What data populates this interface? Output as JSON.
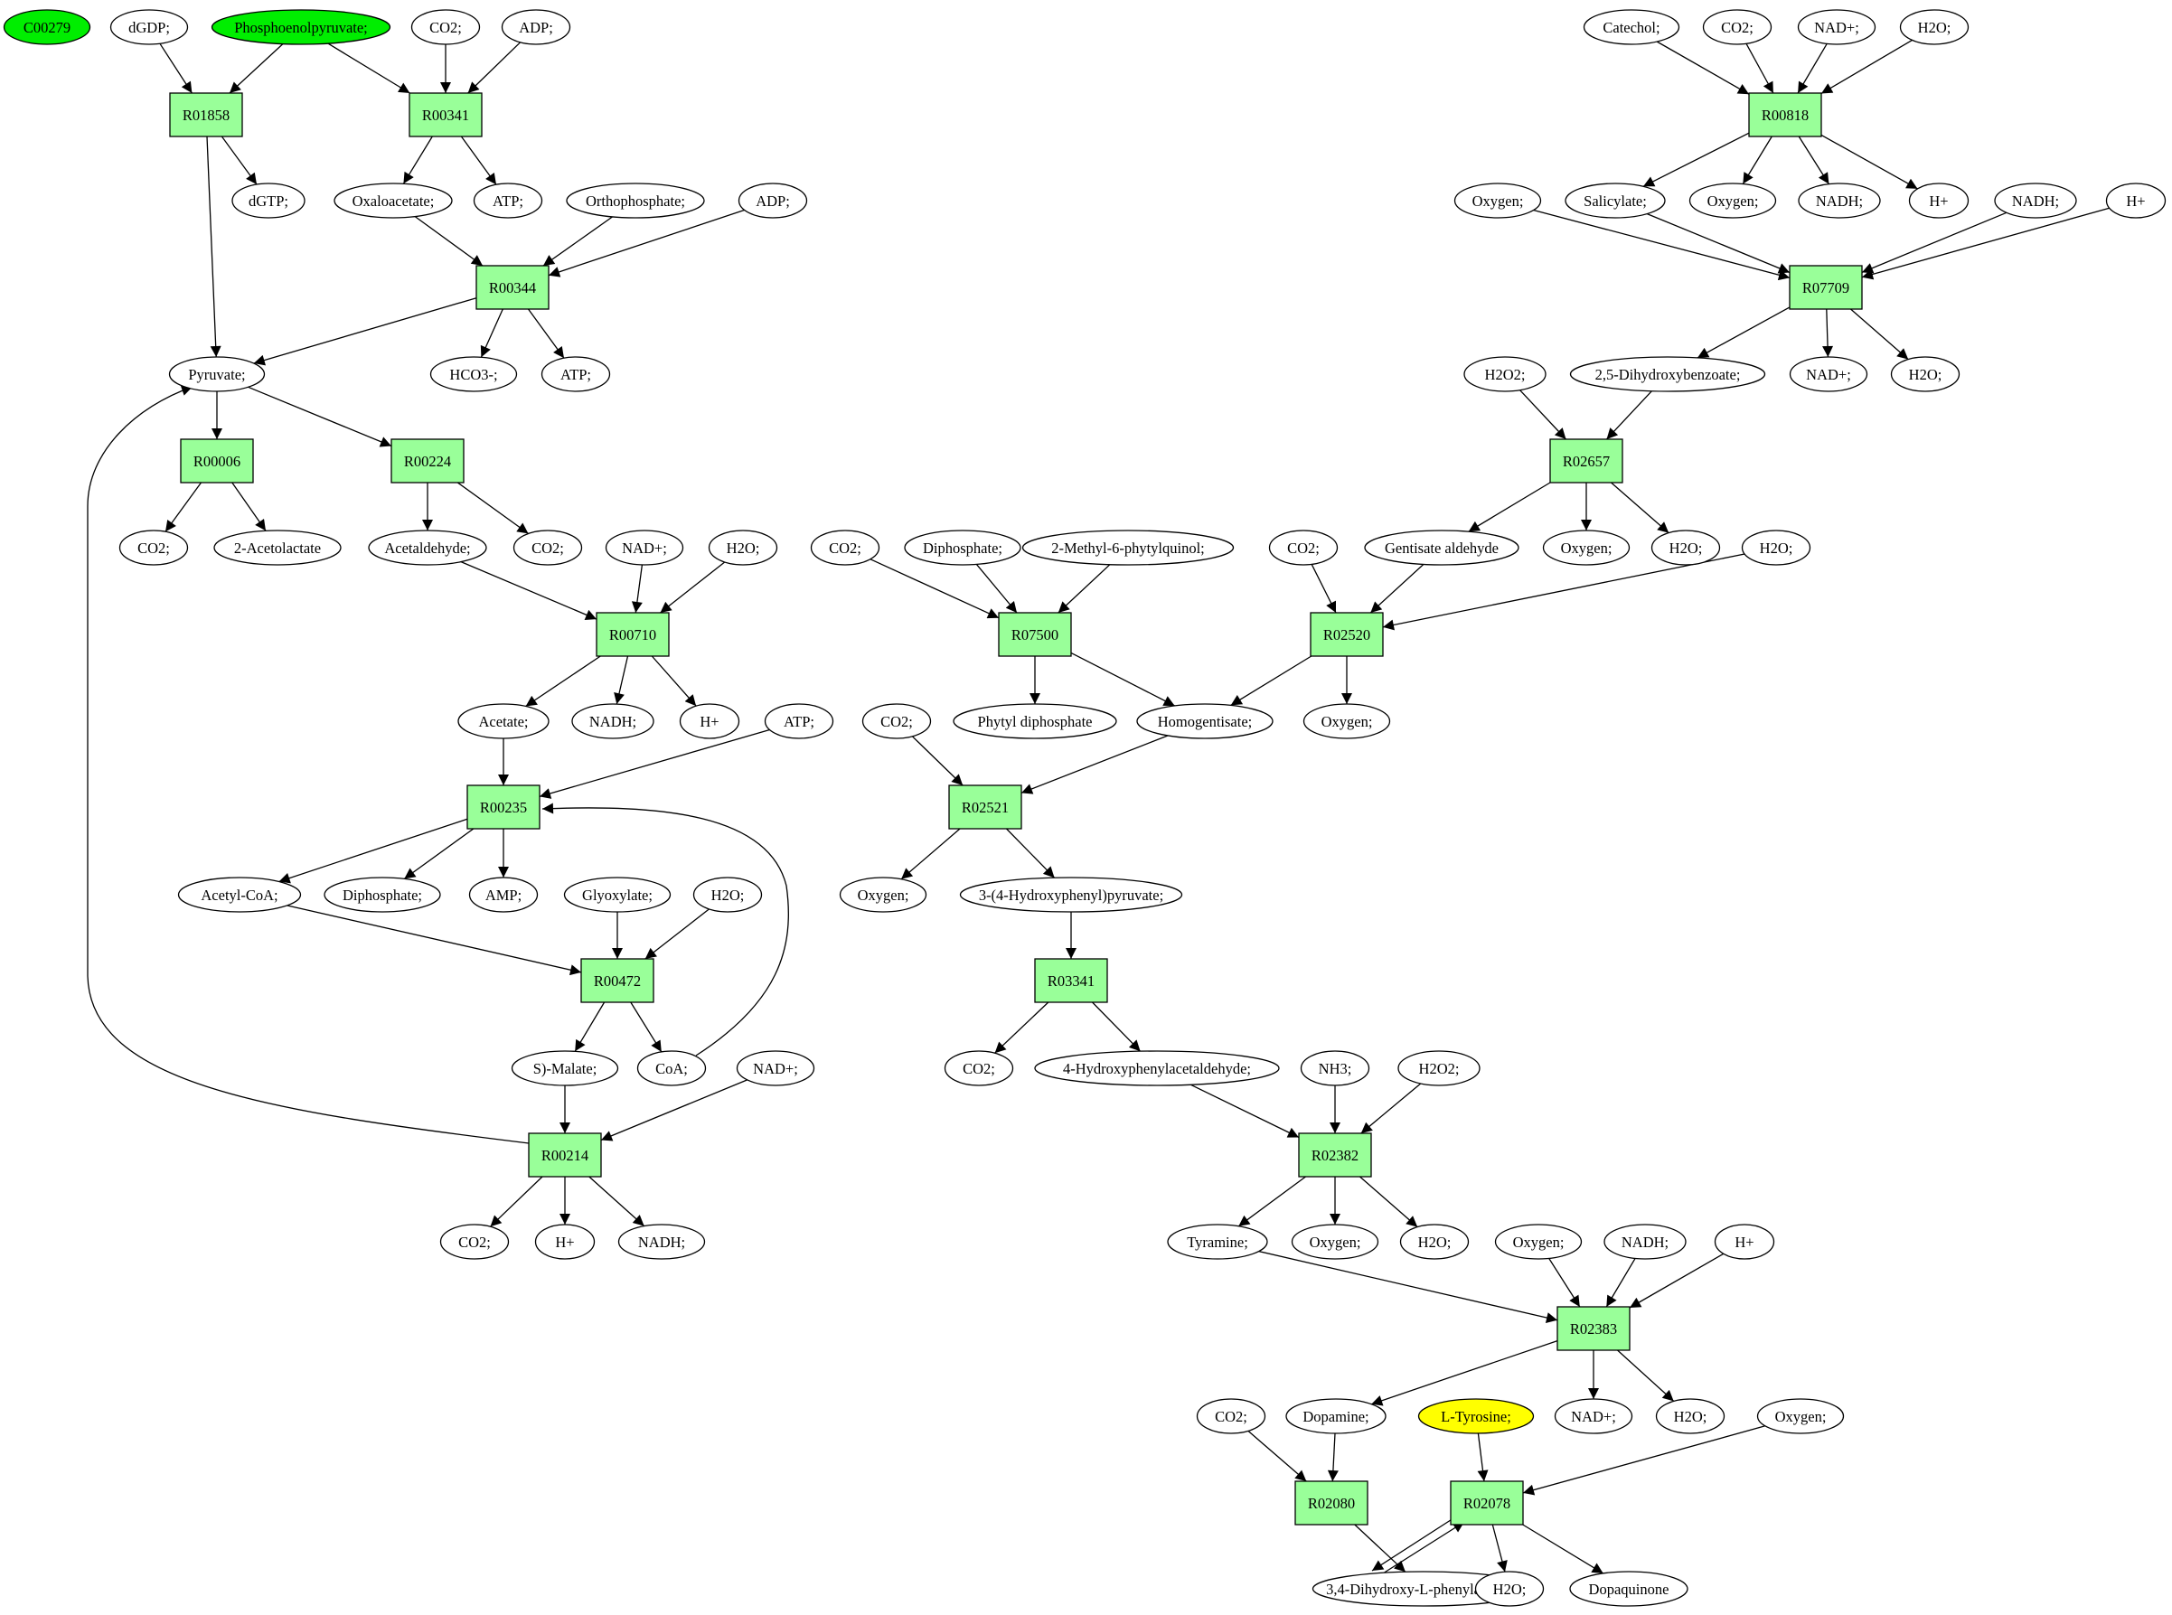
{
  "colors": {
    "reaction": "#99ff99",
    "compound": "#ffffff",
    "highlight_green": "#00ee00",
    "highlight_yellow": "#ffff00"
  },
  "nodes": [
    {
      "id": "c_c00279",
      "label": "C00279",
      "kind": "compound",
      "fill": "#00ee00"
    },
    {
      "id": "c_dgdp",
      "label": "dGDP;",
      "kind": "compound"
    },
    {
      "id": "c_pep",
      "label": "Phosphoenolpyruvate;",
      "kind": "compound",
      "fill": "#00ee00"
    },
    {
      "id": "c_co2_1",
      "label": "CO2;",
      "kind": "compound"
    },
    {
      "id": "c_adp_1",
      "label": "ADP;",
      "kind": "compound"
    },
    {
      "id": "r_R01858",
      "label": "R01858",
      "kind": "reaction"
    },
    {
      "id": "r_R00341",
      "label": "R00341",
      "kind": "reaction"
    },
    {
      "id": "c_dgtp",
      "label": "dGTP;",
      "kind": "compound"
    },
    {
      "id": "c_oxaloacetate",
      "label": "Oxaloacetate;",
      "kind": "compound"
    },
    {
      "id": "c_atp_1",
      "label": "ATP;",
      "kind": "compound"
    },
    {
      "id": "c_orthophosphate",
      "label": "Orthophosphate;",
      "kind": "compound"
    },
    {
      "id": "c_adp_2",
      "label": "ADP;",
      "kind": "compound"
    },
    {
      "id": "r_R00344",
      "label": "R00344",
      "kind": "reaction"
    },
    {
      "id": "c_pyruvate",
      "label": "Pyruvate;",
      "kind": "compound"
    },
    {
      "id": "c_hco3",
      "label": "HCO3-;",
      "kind": "compound"
    },
    {
      "id": "c_atp_2",
      "label": "ATP;",
      "kind": "compound"
    },
    {
      "id": "r_R00006",
      "label": "R00006",
      "kind": "reaction"
    },
    {
      "id": "r_R00224",
      "label": "R00224",
      "kind": "reaction"
    },
    {
      "id": "c_co2_2",
      "label": "CO2;",
      "kind": "compound"
    },
    {
      "id": "c_acetolactate",
      "label": "2-Acetolactate",
      "kind": "compound"
    },
    {
      "id": "c_acetaldehyde",
      "label": "Acetaldehyde;",
      "kind": "compound"
    },
    {
      "id": "c_co2_3",
      "label": "CO2;",
      "kind": "compound"
    },
    {
      "id": "c_nadp_1",
      "label": "NAD+;",
      "kind": "compound"
    },
    {
      "id": "c_h2o_1",
      "label": "H2O;",
      "kind": "compound"
    },
    {
      "id": "r_R00710",
      "label": "R00710",
      "kind": "reaction"
    },
    {
      "id": "c_acetate",
      "label": "Acetate;",
      "kind": "compound"
    },
    {
      "id": "c_nadh_1",
      "label": "NADH;",
      "kind": "compound"
    },
    {
      "id": "c_hplus_1",
      "label": "H+",
      "kind": "compound"
    },
    {
      "id": "c_atp_3",
      "label": "ATP;",
      "kind": "compound"
    },
    {
      "id": "r_R00235",
      "label": "R00235",
      "kind": "reaction"
    },
    {
      "id": "c_acetylcoa",
      "label": "Acetyl-CoA;",
      "kind": "compound"
    },
    {
      "id": "c_diphosphate_1",
      "label": "Diphosphate;",
      "kind": "compound"
    },
    {
      "id": "c_amp",
      "label": "AMP;",
      "kind": "compound"
    },
    {
      "id": "c_glyoxylate",
      "label": "Glyoxylate;",
      "kind": "compound"
    },
    {
      "id": "c_h2o_2",
      "label": "H2O;",
      "kind": "compound"
    },
    {
      "id": "r_R00472",
      "label": "R00472",
      "kind": "reaction"
    },
    {
      "id": "c_smalate",
      "label": "S)-Malate;",
      "kind": "compound"
    },
    {
      "id": "c_coa",
      "label": "CoA;",
      "kind": "compound"
    },
    {
      "id": "c_nadp_2",
      "label": "NAD+;",
      "kind": "compound"
    },
    {
      "id": "r_R00214",
      "label": "R00214",
      "kind": "reaction"
    },
    {
      "id": "c_co2_4",
      "label": "CO2;",
      "kind": "compound"
    },
    {
      "id": "c_hplus_2",
      "label": "H+",
      "kind": "compound"
    },
    {
      "id": "c_nadh_2",
      "label": "NADH;",
      "kind": "compound"
    },
    {
      "id": "c_co2_5",
      "label": "CO2;",
      "kind": "compound"
    },
    {
      "id": "c_diphosphate_2",
      "label": "Diphosphate;",
      "kind": "compound"
    },
    {
      "id": "c_methylphytyl",
      "label": "2-Methyl-6-phytylquinol;",
      "kind": "compound"
    },
    {
      "id": "r_R07500",
      "label": "R07500",
      "kind": "reaction"
    },
    {
      "id": "c_phytyl",
      "label": "Phytyl diphosphate",
      "kind": "compound"
    },
    {
      "id": "c_homogentisate",
      "label": "Homogentisate;",
      "kind": "compound"
    },
    {
      "id": "c_co2_6",
      "label": "CO2;",
      "kind": "compound"
    },
    {
      "id": "r_R02521",
      "label": "R02521",
      "kind": "reaction"
    },
    {
      "id": "c_oxygen_1",
      "label": "Oxygen;",
      "kind": "compound"
    },
    {
      "id": "c_hppyruvate",
      "label": "3-(4-Hydroxyphenyl)pyruvate;",
      "kind": "compound"
    },
    {
      "id": "r_R03341",
      "label": "R03341",
      "kind": "reaction"
    },
    {
      "id": "c_co2_7",
      "label": "CO2;",
      "kind": "compound"
    },
    {
      "id": "c_hpacetaldehyde",
      "label": "4-Hydroxyphenylacetaldehyde;",
      "kind": "compound"
    },
    {
      "id": "c_nh3",
      "label": "NH3;",
      "kind": "compound"
    },
    {
      "id": "c_h2o2_1",
      "label": "H2O2;",
      "kind": "compound"
    },
    {
      "id": "r_R02382",
      "label": "R02382",
      "kind": "reaction"
    },
    {
      "id": "c_tyramine",
      "label": "Tyramine;",
      "kind": "compound"
    },
    {
      "id": "c_oxygen_2",
      "label": "Oxygen;",
      "kind": "compound"
    },
    {
      "id": "c_h2o_3",
      "label": "H2O;",
      "kind": "compound"
    },
    {
      "id": "c_oxygen_3",
      "label": "Oxygen;",
      "kind": "compound"
    },
    {
      "id": "c_nadh_3",
      "label": "NADH;",
      "kind": "compound"
    },
    {
      "id": "c_hplus_3",
      "label": "H+",
      "kind": "compound"
    },
    {
      "id": "r_R02383",
      "label": "R02383",
      "kind": "reaction"
    },
    {
      "id": "c_co2_8",
      "label": "CO2;",
      "kind": "compound"
    },
    {
      "id": "c_dopamine",
      "label": "Dopamine;",
      "kind": "compound"
    },
    {
      "id": "c_tyrosine",
      "label": "L-Tyrosine;",
      "kind": "compound",
      "fill": "#ffff00"
    },
    {
      "id": "c_nadp_3",
      "label": "NAD+;",
      "kind": "compound"
    },
    {
      "id": "c_h2o_4",
      "label": "H2O;",
      "kind": "compound"
    },
    {
      "id": "c_oxygen_4",
      "label": "Oxygen;",
      "kind": "compound"
    },
    {
      "id": "r_R02080",
      "label": "R02080",
      "kind": "reaction"
    },
    {
      "id": "r_R02078",
      "label": "R02078",
      "kind": "reaction"
    },
    {
      "id": "c_dopa",
      "label": "3,4-Dihydroxy-L-phenylalanine;",
      "kind": "compound"
    },
    {
      "id": "c_h2o_5",
      "label": "H2O;",
      "kind": "compound"
    },
    {
      "id": "c_dopaquinone",
      "label": "Dopaquinone",
      "kind": "compound"
    },
    {
      "id": "c_catechol",
      "label": "Catechol;",
      "kind": "compound"
    },
    {
      "id": "c_co2_9",
      "label": "CO2;",
      "kind": "compound"
    },
    {
      "id": "c_nadp_4",
      "label": "NAD+;",
      "kind": "compound"
    },
    {
      "id": "c_h2o_6",
      "label": "H2O;",
      "kind": "compound"
    },
    {
      "id": "r_R00818",
      "label": "R00818",
      "kind": "reaction"
    },
    {
      "id": "c_oxygen_5",
      "label": "Oxygen;",
      "kind": "compound"
    },
    {
      "id": "c_salicylate",
      "label": "Salicylate;",
      "kind": "compound"
    },
    {
      "id": "c_oxygen_6",
      "label": "Oxygen;",
      "kind": "compound"
    },
    {
      "id": "c_nadh_4",
      "label": "NADH;",
      "kind": "compound"
    },
    {
      "id": "c_hplus_4",
      "label": "H+",
      "kind": "compound"
    },
    {
      "id": "c_nadh_5",
      "label": "NADH;",
      "kind": "compound"
    },
    {
      "id": "c_hplus_5",
      "label": "H+",
      "kind": "compound"
    },
    {
      "id": "r_R07709",
      "label": "R07709",
      "kind": "reaction"
    },
    {
      "id": "c_h2o2_2",
      "label": "H2O2;",
      "kind": "compound"
    },
    {
      "id": "c_dhb",
      "label": "2,5-Dihydroxybenzoate;",
      "kind": "compound"
    },
    {
      "id": "c_nadp_5",
      "label": "NAD+;",
      "kind": "compound"
    },
    {
      "id": "c_h2o_7",
      "label": "H2O;",
      "kind": "compound"
    },
    {
      "id": "r_R02657",
      "label": "R02657",
      "kind": "reaction"
    },
    {
      "id": "c_co2_10",
      "label": "CO2;",
      "kind": "compound"
    },
    {
      "id": "c_gentisald",
      "label": "Gentisate aldehyde",
      "kind": "compound"
    },
    {
      "id": "c_oxygen_7",
      "label": "Oxygen;",
      "kind": "compound"
    },
    {
      "id": "c_h2o_8",
      "label": "H2O;",
      "kind": "compound"
    },
    {
      "id": "c_h2o_9",
      "label": "H2O;",
      "kind": "compound"
    },
    {
      "id": "r_R02520",
      "label": "R02520",
      "kind": "reaction"
    },
    {
      "id": "c_oxygen_8",
      "label": "Oxygen;",
      "kind": "compound"
    }
  ],
  "edges": [
    [
      "c_dgdp",
      "r_R01858"
    ],
    [
      "c_pep",
      "r_R01858"
    ],
    [
      "c_pep",
      "r_R00341"
    ],
    [
      "c_co2_1",
      "r_R00341"
    ],
    [
      "c_adp_1",
      "r_R00341"
    ],
    [
      "r_R01858",
      "c_dgtp"
    ],
    [
      "r_R01858",
      "c_pyruvate"
    ],
    [
      "r_R00341",
      "c_oxaloacetate"
    ],
    [
      "r_R00341",
      "c_atp_1"
    ],
    [
      "c_oxaloacetate",
      "r_R00344"
    ],
    [
      "c_orthophosphate",
      "r_R00344"
    ],
    [
      "c_adp_2",
      "r_R00344"
    ],
    [
      "r_R00344",
      "c_pyruvate"
    ],
    [
      "r_R00344",
      "c_hco3"
    ],
    [
      "r_R00344",
      "c_atp_2"
    ],
    [
      "c_pyruvate",
      "r_R00006"
    ],
    [
      "c_pyruvate",
      "r_R00224"
    ],
    [
      "r_R00006",
      "c_co2_2"
    ],
    [
      "r_R00006",
      "c_acetolactate"
    ],
    [
      "r_R00224",
      "c_acetaldehyde"
    ],
    [
      "r_R00224",
      "c_co2_3"
    ],
    [
      "c_acetaldehyde",
      "r_R00710"
    ],
    [
      "c_nadp_1",
      "r_R00710"
    ],
    [
      "c_h2o_1",
      "r_R00710"
    ],
    [
      "r_R00710",
      "c_acetate"
    ],
    [
      "r_R00710",
      "c_nadh_1"
    ],
    [
      "r_R00710",
      "c_hplus_1"
    ],
    [
      "c_acetate",
      "r_R00235"
    ],
    [
      "c_atp_3",
      "r_R00235"
    ],
    [
      "c_coa",
      "r_R00235"
    ],
    [
      "r_R00235",
      "c_acetylcoa"
    ],
    [
      "r_R00235",
      "c_diphosphate_1"
    ],
    [
      "r_R00235",
      "c_amp"
    ],
    [
      "c_acetylcoa",
      "r_R00472"
    ],
    [
      "c_glyoxylate",
      "r_R00472"
    ],
    [
      "c_h2o_2",
      "r_R00472"
    ],
    [
      "r_R00472",
      "c_smalate"
    ],
    [
      "r_R00472",
      "c_coa"
    ],
    [
      "c_smalate",
      "r_R00214"
    ],
    [
      "c_nadp_2",
      "r_R00214"
    ],
    [
      "r_R00214",
      "c_pyruvate"
    ],
    [
      "r_R00214",
      "c_co2_4"
    ],
    [
      "r_R00214",
      "c_hplus_2"
    ],
    [
      "r_R00214",
      "c_nadh_2"
    ],
    [
      "c_co2_5",
      "r_R07500"
    ],
    [
      "c_diphosphate_2",
      "r_R07500"
    ],
    [
      "c_methylphytyl",
      "r_R07500"
    ],
    [
      "r_R07500",
      "c_phytyl"
    ],
    [
      "r_R07500",
      "c_homogentisate"
    ],
    [
      "c_co2_6",
      "r_R02521"
    ],
    [
      "c_homogentisate",
      "r_R02521"
    ],
    [
      "r_R02521",
      "c_oxygen_1"
    ],
    [
      "r_R02521",
      "c_hppyruvate"
    ],
    [
      "c_hppyruvate",
      "r_R03341"
    ],
    [
      "r_R03341",
      "c_co2_7"
    ],
    [
      "r_R03341",
      "c_hpacetaldehyde"
    ],
    [
      "c_hpacetaldehyde",
      "r_R02382"
    ],
    [
      "c_nh3",
      "r_R02382"
    ],
    [
      "c_h2o2_1",
      "r_R02382"
    ],
    [
      "r_R02382",
      "c_tyramine"
    ],
    [
      "r_R02382",
      "c_oxygen_2"
    ],
    [
      "r_R02382",
      "c_h2o_3"
    ],
    [
      "c_tyramine",
      "r_R02383"
    ],
    [
      "c_oxygen_3",
      "r_R02383"
    ],
    [
      "c_nadh_3",
      "r_R02383"
    ],
    [
      "c_hplus_3",
      "r_R02383"
    ],
    [
      "r_R02383",
      "c_dopamine"
    ],
    [
      "r_R02383",
      "c_nadp_3"
    ],
    [
      "r_R02383",
      "c_h2o_4"
    ],
    [
      "c_co2_8",
      "r_R02080"
    ],
    [
      "c_dopamine",
      "r_R02080"
    ],
    [
      "r_R02080",
      "c_dopa"
    ],
    [
      "c_tyrosine",
      "r_R02078"
    ],
    [
      "c_oxygen_4",
      "r_R02078"
    ],
    [
      "c_dopa",
      "r_R02078"
    ],
    [
      "r_R02078",
      "c_dopa"
    ],
    [
      "r_R02078",
      "c_h2o_5"
    ],
    [
      "r_R02078",
      "c_dopaquinone"
    ],
    [
      "c_catechol",
      "r_R00818"
    ],
    [
      "c_co2_9",
      "r_R00818"
    ],
    [
      "c_nadp_4",
      "r_R00818"
    ],
    [
      "c_h2o_6",
      "r_R00818"
    ],
    [
      "r_R00818",
      "c_salicylate"
    ],
    [
      "r_R00818",
      "c_oxygen_6"
    ],
    [
      "r_R00818",
      "c_nadh_4"
    ],
    [
      "r_R00818",
      "c_hplus_4"
    ],
    [
      "c_oxygen_5",
      "r_R07709"
    ],
    [
      "c_salicylate",
      "r_R07709"
    ],
    [
      "c_nadh_5",
      "r_R07709"
    ],
    [
      "c_hplus_5",
      "r_R07709"
    ],
    [
      "r_R07709",
      "c_dhb"
    ],
    [
      "r_R07709",
      "c_nadp_5"
    ],
    [
      "r_R07709",
      "c_h2o_7"
    ],
    [
      "c_h2o2_2",
      "r_R02657"
    ],
    [
      "c_dhb",
      "r_R02657"
    ],
    [
      "r_R02657",
      "c_gentisald"
    ],
    [
      "r_R02657",
      "c_oxygen_7"
    ],
    [
      "r_R02657",
      "c_h2o_8"
    ],
    [
      "c_co2_10",
      "r_R02520"
    ],
    [
      "c_gentisald",
      "r_R02520"
    ],
    [
      "c_h2o_9",
      "r_R02520"
    ],
    [
      "r_R02520",
      "c_homogentisate"
    ],
    [
      "r_R02520",
      "c_oxygen_8"
    ]
  ]
}
